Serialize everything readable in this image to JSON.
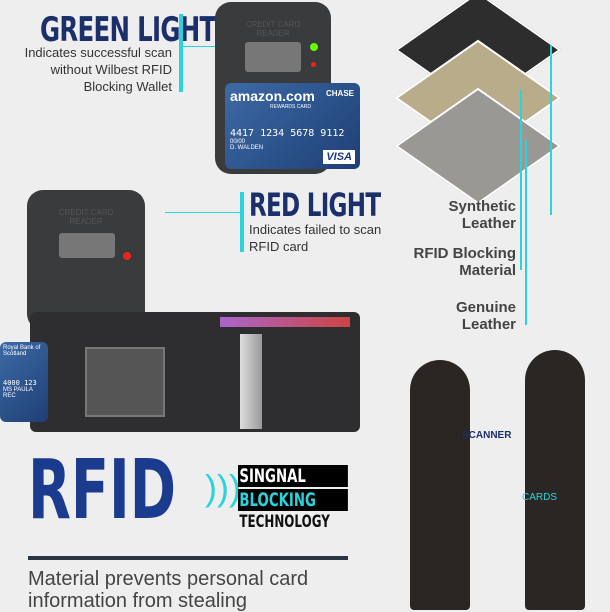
{
  "green_light": {
    "title": "GREEN LIGHT",
    "desc": [
      "Indicates successful scan",
      "without Wilbest RFID",
      "Blocking Wallet"
    ]
  },
  "red_light": {
    "title": "RED LIGHT",
    "desc": [
      "Indicates failed to scan",
      "RFID card"
    ]
  },
  "reader": {
    "label": [
      "CREDIT CARD",
      "READER"
    ]
  },
  "credit_card": {
    "brand": "amazon.com",
    "sub": "REWARDS CARD",
    "bank": "CHASE",
    "number": "4417 1234 5678 9112",
    "expiry": "00/00",
    "name": "D. WALDEN",
    "network": "VISA"
  },
  "wallet_card": {
    "bank": "Royal Bank of Scotland",
    "number": "4000 123",
    "name": "MS PAULA REC"
  },
  "layers": [
    "Synthetic Leather",
    "RFID Blocking Material",
    "Genuine Leather"
  ],
  "scene": {
    "scanner": "SCANNER",
    "cards": "CARDS"
  },
  "banner": {
    "rfid": "RFID",
    "line1": "SINGNAL",
    "line2": "BLOCKING",
    "line3": "TECHNOLOGY",
    "tagline": "Material prevents personal card information from stealing"
  },
  "colors": {
    "navy": "#1b2f6b",
    "cyan": "#2ad4dc"
  }
}
